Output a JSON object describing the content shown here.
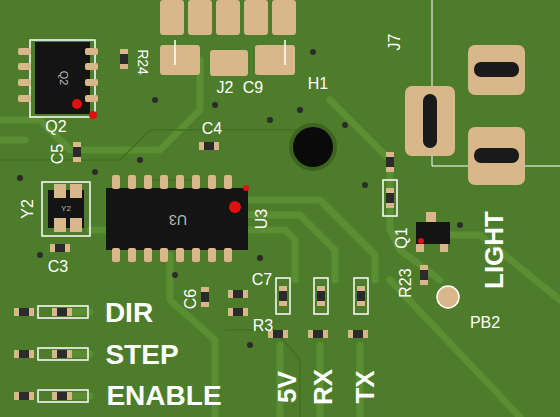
{
  "diagram": {
    "labels": [
      "Q2",
      "R24",
      "J2",
      "C9",
      "H1",
      "J7",
      "C5",
      "C4",
      "Y2",
      "U3",
      "C3",
      "Q1",
      "R23",
      "LIGHT",
      "PB2",
      "C7",
      "C6",
      "R3",
      "DIR",
      "STEP",
      "ENABLE",
      "5V",
      "RX",
      "TX",
      "U3",
      "Q2",
      "Y2"
    ]
  }
}
